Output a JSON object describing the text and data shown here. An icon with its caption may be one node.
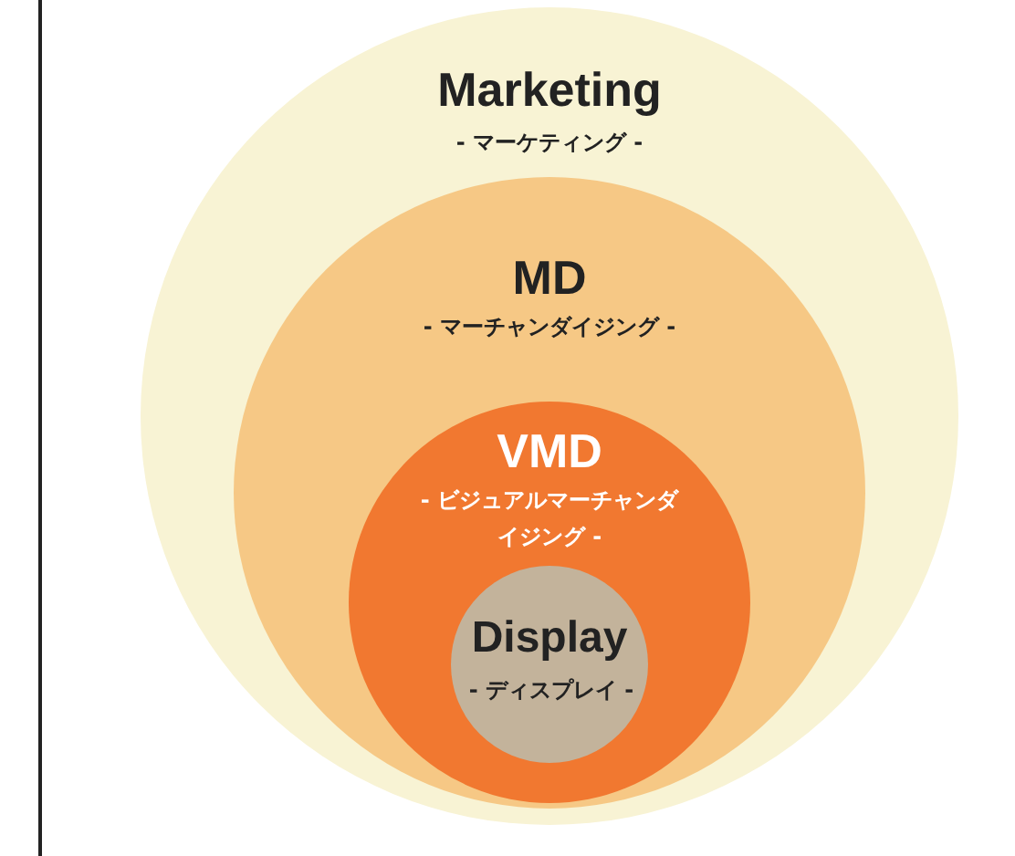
{
  "diagram": {
    "nodes": [
      {
        "text": [
          "Marketing",
          "- マーケティング -"
        ]
      },
      {
        "text": [
          "MD",
          "- マーチャンダイジング -"
        ],
        "in": 0
      },
      {
        "text": [
          "VMD",
          "- ビジュアルマーチャンダイジング -"
        ],
        "in": 1
      },
      {
        "text": [
          "Display",
          "- ディスプレイ -"
        ],
        "in": 2
      }
    ]
  }
}
